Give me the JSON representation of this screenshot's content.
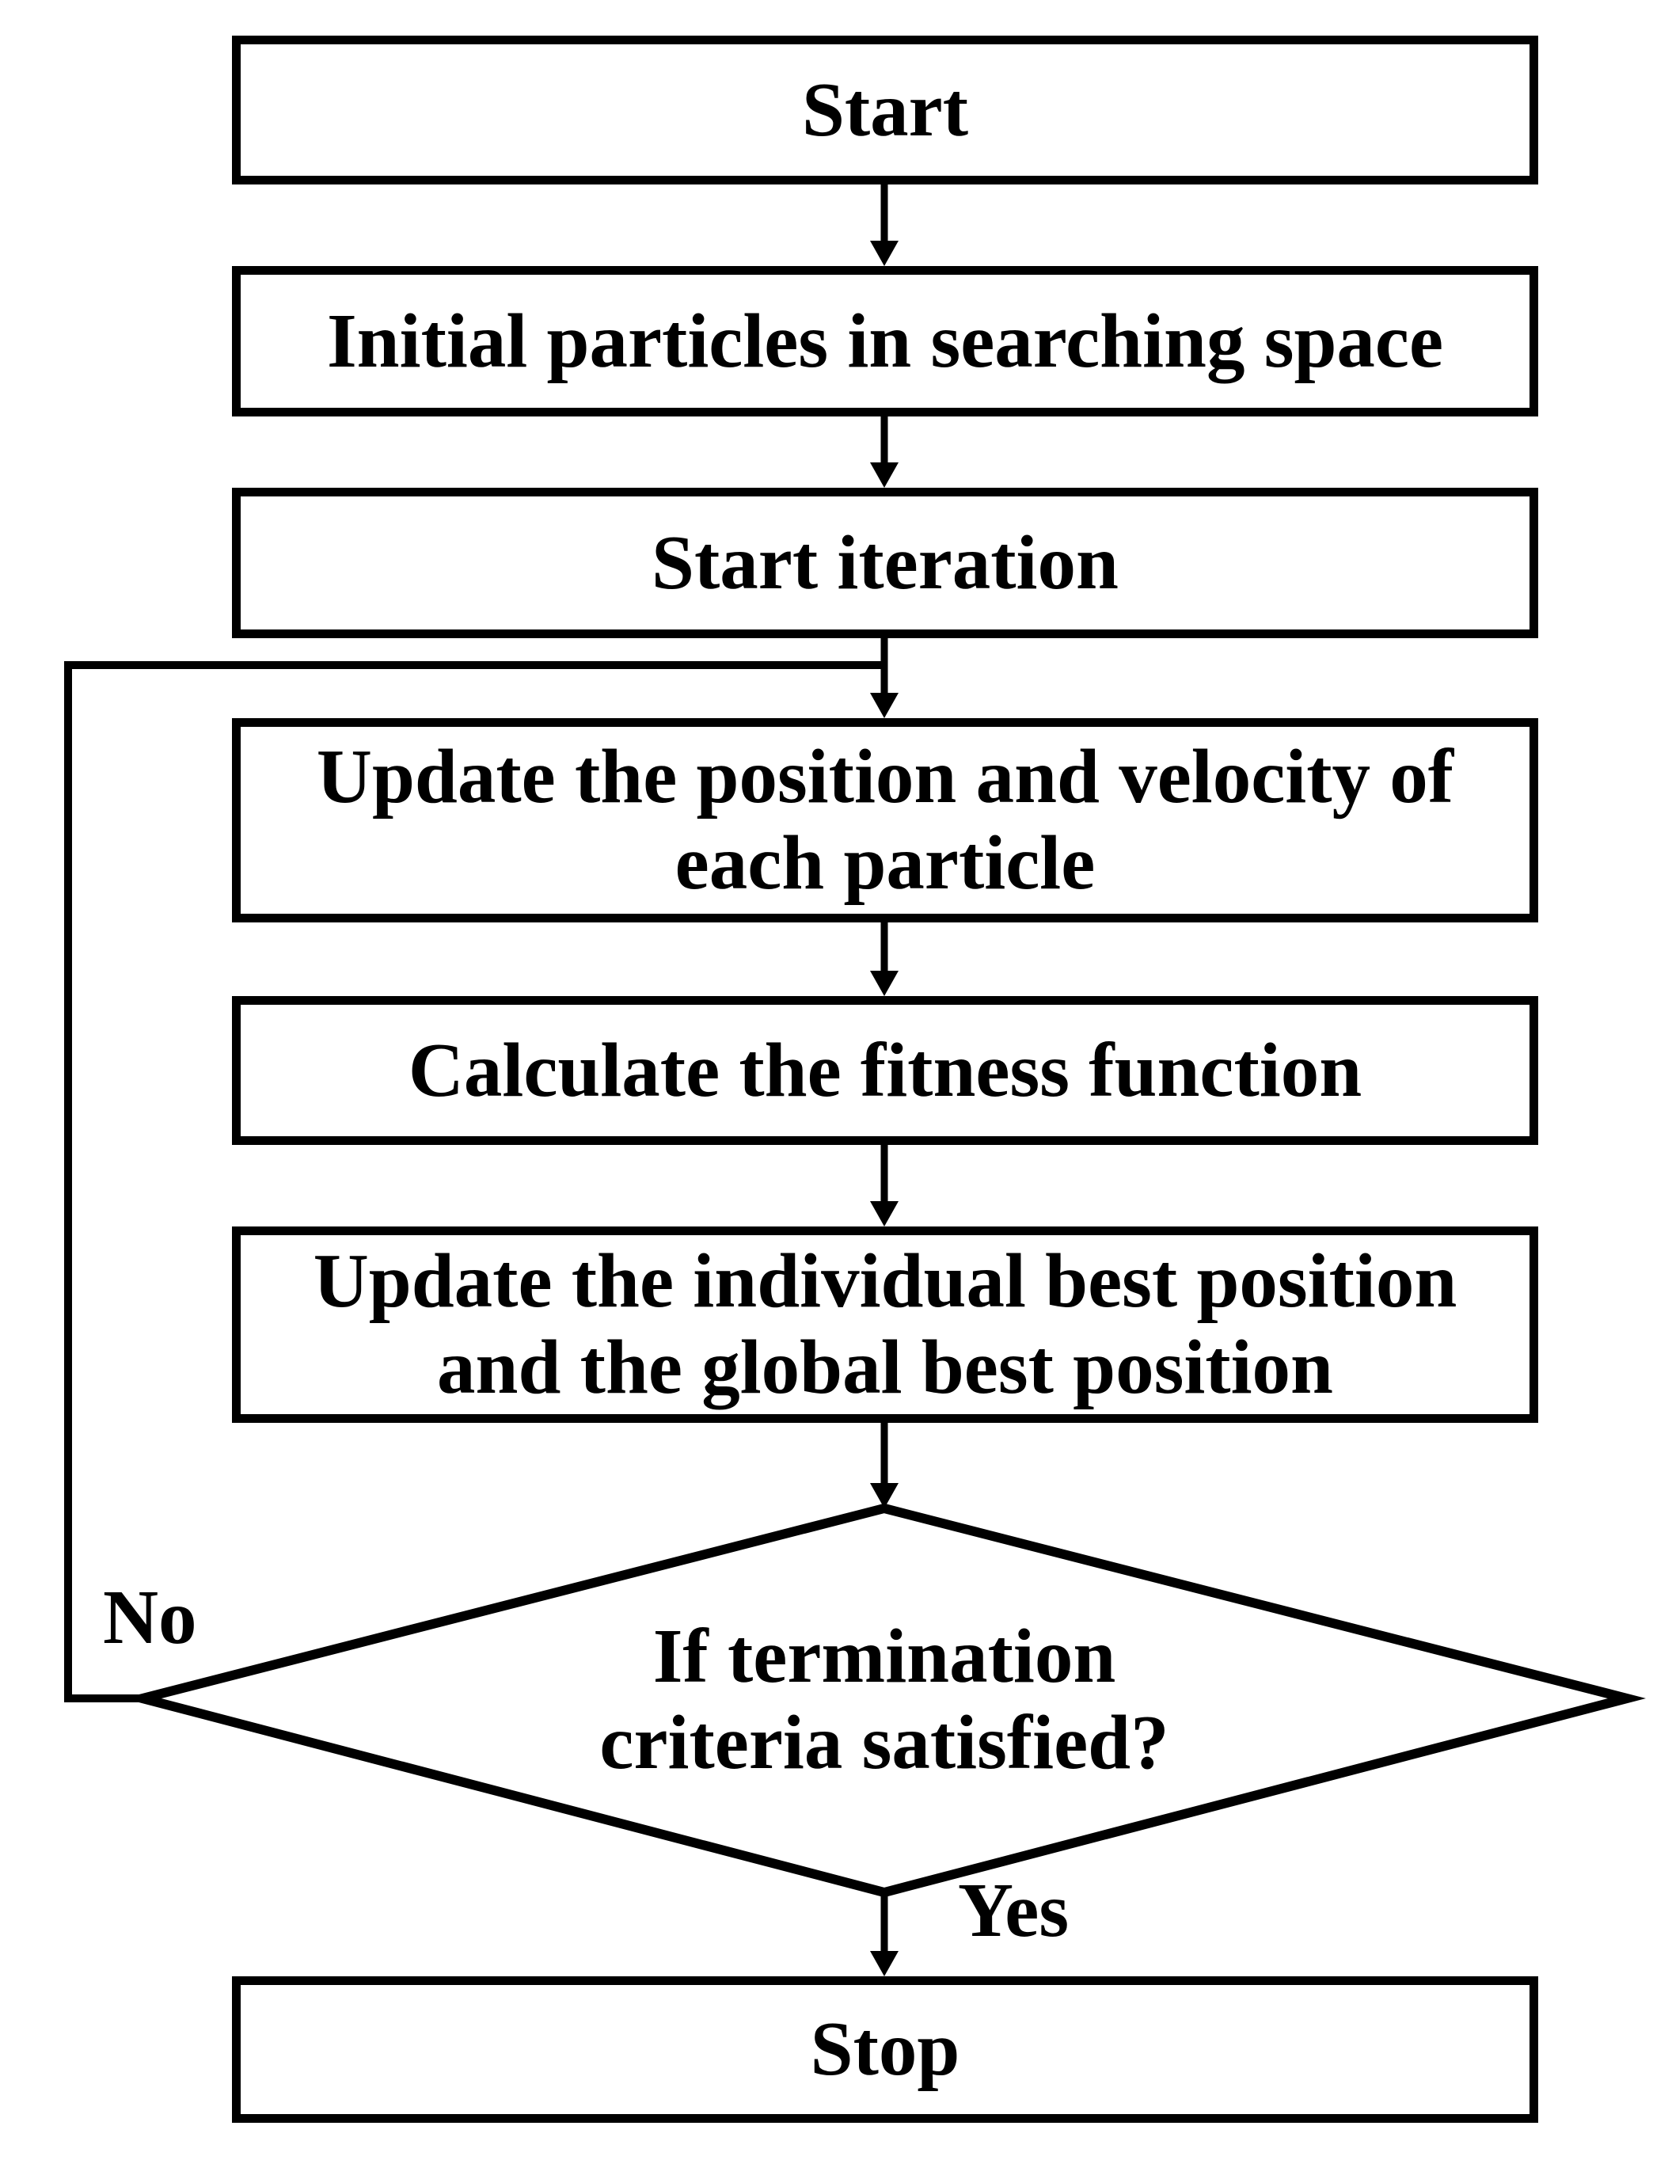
{
  "figure": {
    "type": "flowchart",
    "background_color": "#ffffff",
    "stroke_color": "#000000",
    "text_color": "#000000"
  },
  "nodes": {
    "start": {
      "shape": "rect",
      "label": "Start"
    },
    "initial_particles": {
      "shape": "rect",
      "label": "Initial particles in searching space"
    },
    "start_iteration": {
      "shape": "rect",
      "label": "Start iteration"
    },
    "update_particles": {
      "shape": "rect",
      "label": "Update the position and velocity of\neach particle"
    },
    "calculate_fitness": {
      "shape": "rect",
      "label": "Calculate the fitness function"
    },
    "update_best": {
      "shape": "rect",
      "label": "Update the individual best position\nand the global best position"
    },
    "decision": {
      "shape": "diamond",
      "label": "If termination\ncriteria satisfied?"
    },
    "stop": {
      "shape": "rect",
      "label": "Stop"
    }
  },
  "edge_labels": {
    "no": "No",
    "yes": "Yes"
  },
  "edges": [
    {
      "from": "start",
      "to": "initial_particles",
      "label": ""
    },
    {
      "from": "initial_particles",
      "to": "start_iteration",
      "label": ""
    },
    {
      "from": "start_iteration",
      "to": "update_particles",
      "label": ""
    },
    {
      "from": "update_particles",
      "to": "calculate_fitness",
      "label": ""
    },
    {
      "from": "calculate_fitness",
      "to": "update_best",
      "label": ""
    },
    {
      "from": "update_best",
      "to": "decision",
      "label": ""
    },
    {
      "from": "decision",
      "to": "stop",
      "label": "Yes"
    },
    {
      "from": "decision",
      "to": "update_particles",
      "label": "No"
    }
  ]
}
